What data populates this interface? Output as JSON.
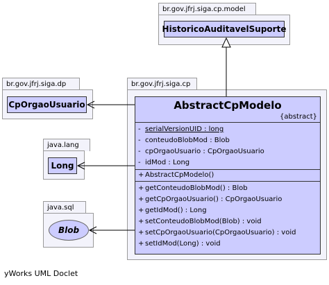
{
  "packages": {
    "model": "br.gov.jfrj.siga.cp.model",
    "dp": "br.gov.jfrj.siga.dp",
    "cp": "br.gov.jfrj.siga.cp",
    "lang": "java.lang",
    "sql": "java.sql"
  },
  "classes": {
    "historico": "HistoricoAuditavelSuporte",
    "orgao": "CpOrgaoUsuario",
    "long": "Long",
    "blob": "Blob"
  },
  "main_class": {
    "name": "AbstractCpModelo",
    "stereotype": "{abstract}",
    "fields": [
      {
        "vis": "-",
        "text": "serialVersionUID : long"
      },
      {
        "vis": "-",
        "text": "conteudoBlobMod : Blob"
      },
      {
        "vis": "-",
        "text": "cpOrgaoUsuario : CpOrgaoUsuario"
      },
      {
        "vis": "-",
        "text": "idMod : Long"
      }
    ],
    "constructors": [
      {
        "vis": "+",
        "text": "AbstractCpModelo()"
      }
    ],
    "methods": [
      {
        "vis": "+",
        "text": "getConteudoBlobMod() : Blob"
      },
      {
        "vis": "+",
        "text": "getCpOrgaoUsuario() : CpOrgaoUsuario"
      },
      {
        "vis": "+",
        "text": "getIdMod() : Long"
      },
      {
        "vis": "+",
        "text": "setConteudoBlobMod(Blob) : void"
      },
      {
        "vis": "+",
        "text": "setCpOrgaoUsuario(CpOrgaoUsuario) : void"
      },
      {
        "vis": "+",
        "text": "setIdMod(Long) : void"
      }
    ]
  },
  "footer": "yWorks UML Doclet"
}
